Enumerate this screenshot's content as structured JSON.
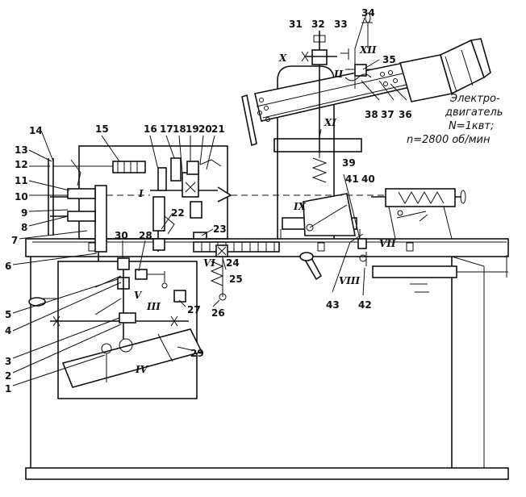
{
  "motor_note": {
    "line1": "Электро-",
    "line2": "двигатель",
    "line3": "N=1квт;",
    "line4": "n=2800 об/мин"
  },
  "part_labels": {
    "p1": "1",
    "p2": "2",
    "p3": "3",
    "p4": "4",
    "p5": "5",
    "p6": "6",
    "p7": "7",
    "p8": "8",
    "p9": "9",
    "p10": "10",
    "p11": "11",
    "p12": "12",
    "p13": "13",
    "p14": "14",
    "p15": "15",
    "p16": "16",
    "p17": "17",
    "p18": "18",
    "p19": "19",
    "p20": "20",
    "p21": "21",
    "p22": "22",
    "p23": "23",
    "p24": "24",
    "p25": "25",
    "p26": "26",
    "p27": "27",
    "p28": "28",
    "p29": "29",
    "p30": "30",
    "p31": "31",
    "p32": "32",
    "p33": "33",
    "p34": "34",
    "p35": "35",
    "p36": "36",
    "p37": "37",
    "p38": "38",
    "p39": "39",
    "p40": "40",
    "p41": "41",
    "p42": "42",
    "p43": "43"
  },
  "shaft_labels": {
    "s1": "I",
    "s2": "II",
    "s3": "III",
    "s4": "IV",
    "s5": "V",
    "s6": "VI",
    "s7": "VII",
    "s8": "VIII",
    "s9": "IX",
    "s10": "X",
    "s11": "XI",
    "s12": "XII"
  }
}
